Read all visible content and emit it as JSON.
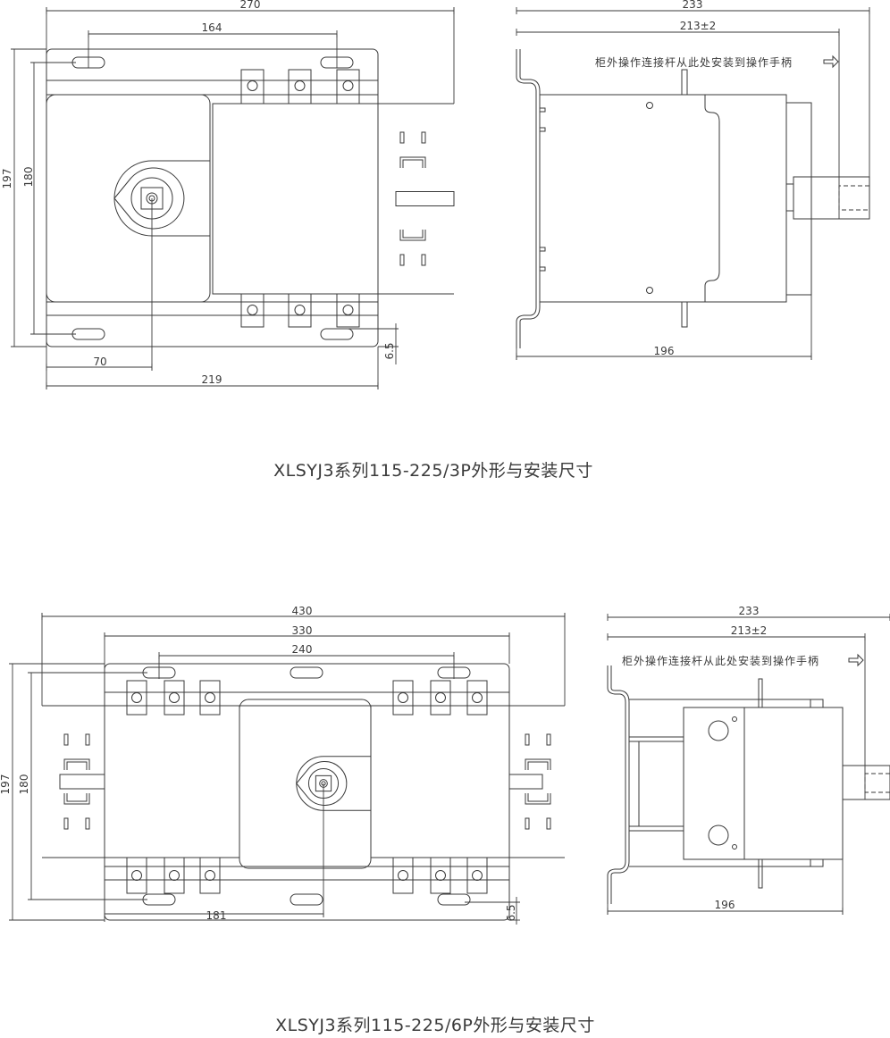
{
  "drawing_3p": {
    "title": "XLSYJ3系列115-225/3P外形与安装尺寸",
    "front": {
      "width_total": "270",
      "hole_spacing": "164",
      "height_total": "197",
      "hole_height": "180",
      "handle_offset": "70",
      "plate_width": "219",
      "hole_offset": "6.5"
    },
    "side": {
      "depth_total": "233",
      "depth_rod": "213±2",
      "note": "柜外操作连接杆从此处安装到操作手柄",
      "depth_body": "196"
    }
  },
  "drawing_6p": {
    "title": "XLSYJ3系列115-225/6P外形与安装尺寸",
    "front": {
      "width_total": "430",
      "plate_width": "330",
      "hole_spacing": "240",
      "height_total": "197",
      "hole_height": "180",
      "handle_offset": "181",
      "hole_offset": "6.5"
    },
    "side": {
      "depth_total": "233",
      "depth_rod": "213±2",
      "note": "柜外操作连接杆从此处安装到操作手柄",
      "depth_body": "196"
    }
  },
  "colors": {
    "line": "#3a3a3a",
    "background": "#ffffff"
  }
}
